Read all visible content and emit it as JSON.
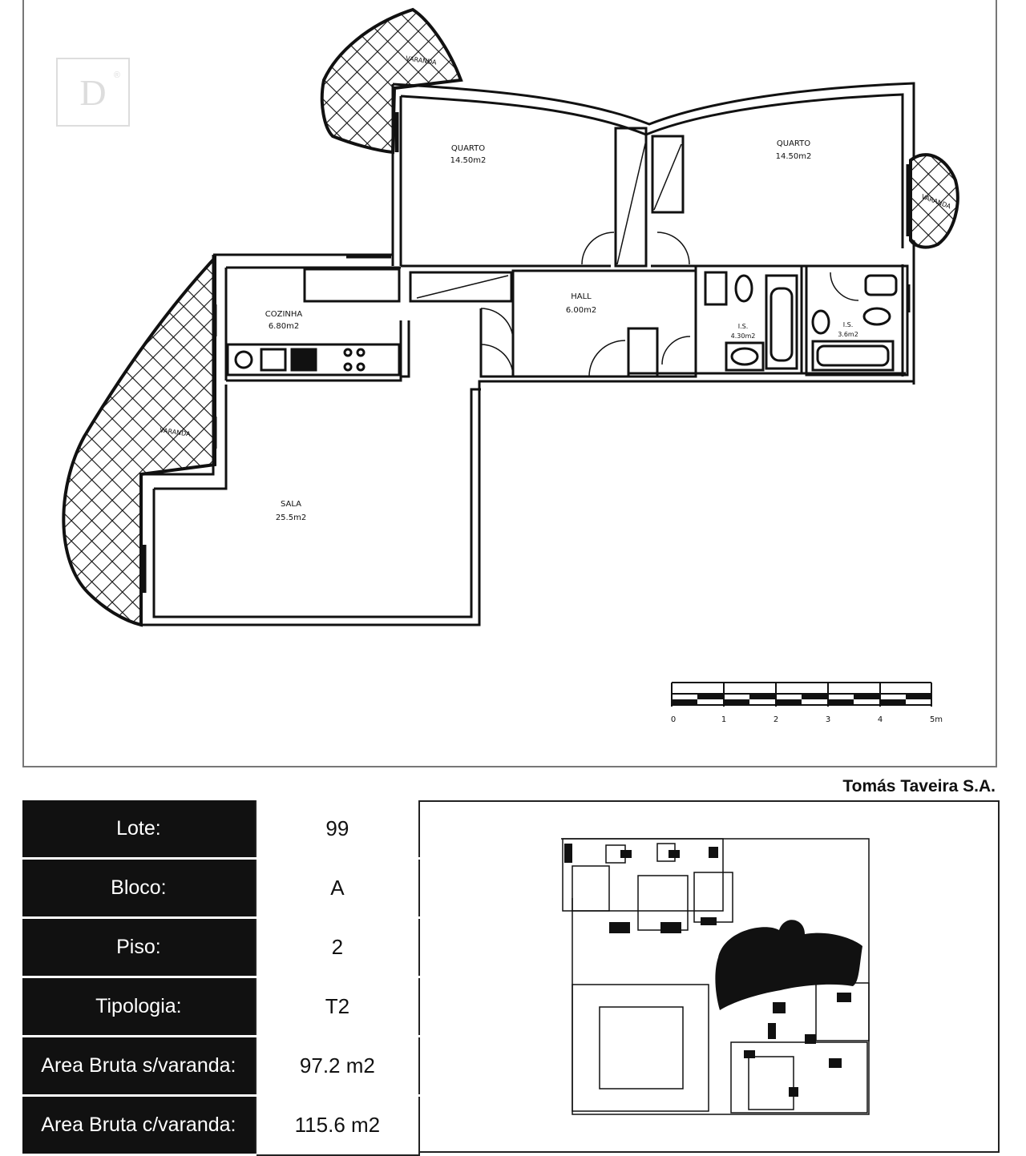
{
  "plan": {
    "rooms": [
      {
        "name": "QUARTO",
        "area": "14.50m2"
      },
      {
        "name": "QUARTO",
        "area": "14.50m2"
      },
      {
        "name": "COZINHA",
        "area": "6.80m2"
      },
      {
        "name": "HALL",
        "area": "6.00m2"
      },
      {
        "name": "I.S.",
        "area": "4.30m2"
      },
      {
        "name": "I.S.",
        "area": "3.6m2"
      },
      {
        "name": "SALA",
        "area": "25.5m2"
      }
    ],
    "balconies": [
      "VARANDA",
      "VARANDA",
      "VARANDA"
    ],
    "scale_ticks": [
      "0",
      "1",
      "2",
      "3",
      "4",
      "5m"
    ]
  },
  "logo": {
    "letter": "D",
    "mark": "®"
  },
  "company": "Tomás Taveira S.A.",
  "info": {
    "rows": [
      {
        "label": "Lote:",
        "value": "99"
      },
      {
        "label": "Bloco:",
        "value": "A"
      },
      {
        "label": "Piso:",
        "value": "2"
      },
      {
        "label": "Tipologia:",
        "value": "T2"
      },
      {
        "label": "Area Bruta s/varanda:",
        "value": "97.2 m2"
      },
      {
        "label": "Area Bruta c/varanda:",
        "value": "115.6 m2"
      }
    ]
  },
  "colors": {
    "ink": "#111111",
    "paper": "#ffffff",
    "frame": "#777777"
  }
}
